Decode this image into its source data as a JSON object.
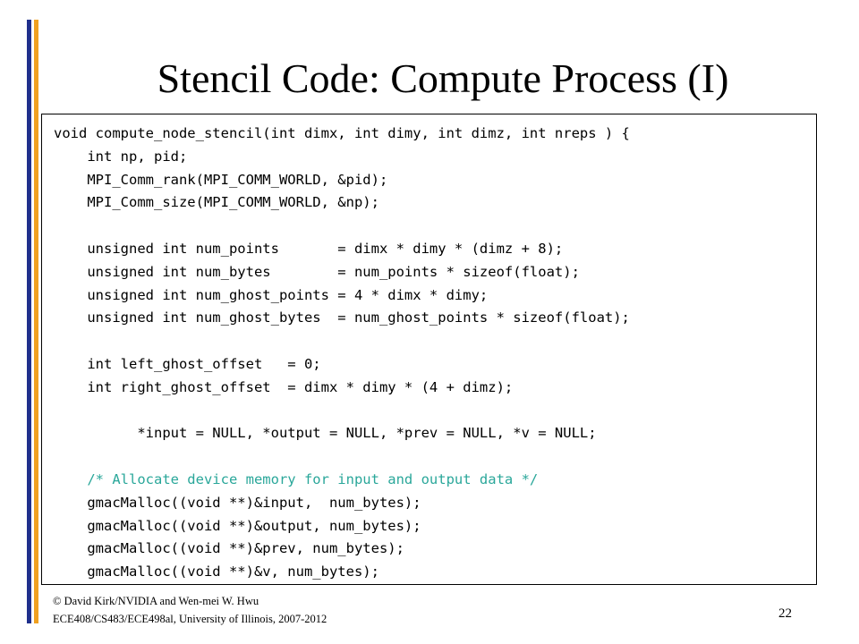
{
  "slide": {
    "title": "Stencil Code: Compute Process (I)",
    "code_lines": [
      "void compute_node_stencil(int dimx, int dimy, int dimz, int nreps ) {",
      "    int np, pid;",
      "    MPI_Comm_rank(MPI_COMM_WORLD, &pid);",
      "    MPI_Comm_size(MPI_COMM_WORLD, &np);",
      "",
      "    unsigned int num_points       = dimx * dimy * (dimz + 8);",
      "    unsigned int num_bytes        = num_points * sizeof(float);",
      "    unsigned int num_ghost_points = 4 * dimx * dimy;",
      "    unsigned int num_ghost_bytes  = num_ghost_points * sizeof(float);",
      "",
      "    int left_ghost_offset   = 0;",
      "    int right_ghost_offset  = dimx * dimy * (4 + dimz);",
      "",
      "          *input = NULL, *output = NULL, *prev = NULL, *v = NULL;",
      "",
      "    /* Allocate device memory for input and output data */",
      "    gmacMalloc((void **)&input,  num_bytes);",
      "    gmacMalloc((void **)&output, num_bytes);",
      "    gmacMalloc((void **)&prev, num_bytes);",
      "    gmacMalloc((void **)&v, num_bytes);"
    ],
    "comment_line_index": 15,
    "footer": {
      "credit_line1": "© David Kirk/NVIDIA and Wen-mei W. Hwu",
      "credit_line2": "ECE408/CS483/ECE498al, University of Illinois, 2007-2012",
      "page_number": "22"
    },
    "colors": {
      "left_bar_navy": "#1f2f8c",
      "left_bar_orange": "#f0a020",
      "comment": "#2aa79a"
    }
  }
}
